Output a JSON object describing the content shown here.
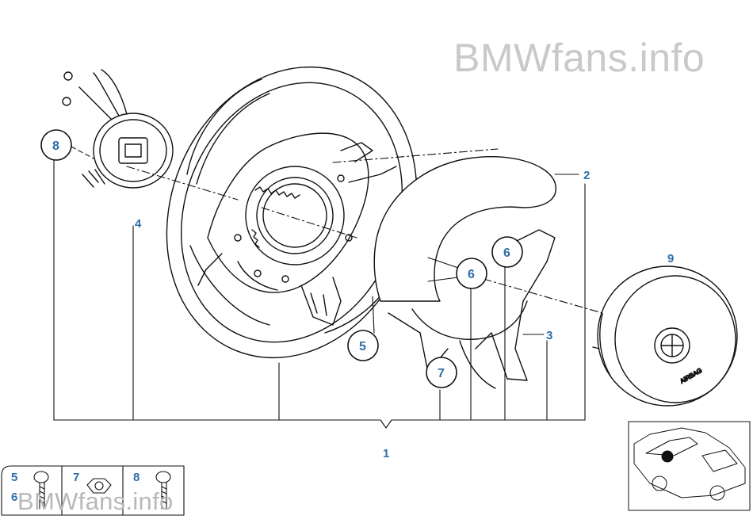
{
  "watermark": {
    "main": "BMWfans.info",
    "footer": "BMWfans.info"
  },
  "airbag_text": "AIRBAG",
  "labels": [
    {
      "id": "8",
      "text": "8",
      "circled": true
    },
    {
      "id": "4",
      "text": "4",
      "circled": false
    },
    {
      "id": "2",
      "text": "2",
      "circled": false
    },
    {
      "id": "6a",
      "text": "6",
      "circled": true
    },
    {
      "id": "6b",
      "text": "6",
      "circled": true
    },
    {
      "id": "9",
      "text": "9",
      "circled": false
    },
    {
      "id": "5",
      "text": "5",
      "circled": true
    },
    {
      "id": "3",
      "text": "3",
      "circled": false
    },
    {
      "id": "7",
      "text": "7",
      "circled": true
    },
    {
      "id": "1",
      "text": "1",
      "circled": false
    }
  ],
  "hardware_panel": {
    "cells": [
      {
        "top_label": "5",
        "bottom_label": "6"
      },
      {
        "top_label": "7"
      },
      {
        "top_label": "8"
      }
    ]
  },
  "colors": {
    "label": "#2f6ea8",
    "line": "#111111",
    "watermark": "#c9c9c9"
  },
  "icons": [
    "steering-wheel-drawing",
    "airbag-module-drawing",
    "car-locator-icon"
  ]
}
